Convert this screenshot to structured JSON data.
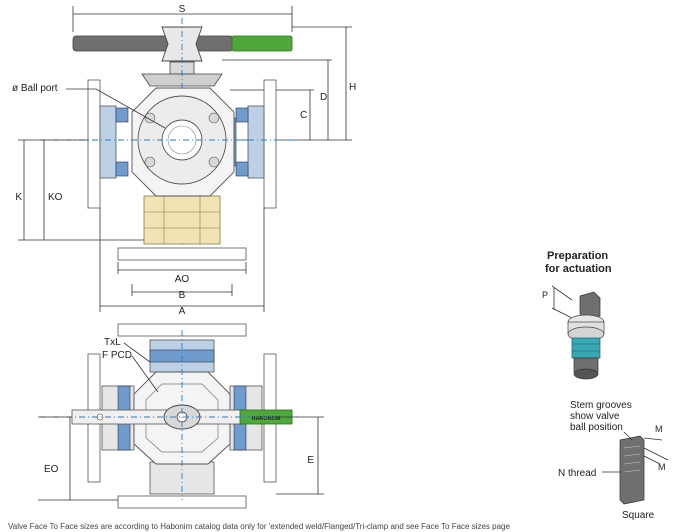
{
  "labels": {
    "S": "S",
    "H": "H",
    "D": "D",
    "C": "C",
    "ball_port": "ø Ball port",
    "K": "K",
    "KO": "KO",
    "AO": "AO",
    "B": "B",
    "A": "A",
    "TxL": "TxL",
    "F_PCD": "F PCD",
    "EO": "EO",
    "E": "E",
    "brand": "HARONOM",
    "prep_line1": "Preparation",
    "prep_line2": "for actuation",
    "P": "P",
    "stem_line1": "Stem grooves",
    "stem_line2": "show valve",
    "stem_line3": "ball position",
    "M1": "M",
    "M2": "M",
    "n_thread": "N thread",
    "square": "Square"
  },
  "footnote": "Valve Face To Face sizes are according to Habonim catalog data only for 'extended weld/Flanged/Tri-clamp and see Face To Face sizes page",
  "colors": {
    "flange_blue": "#bcd0e6",
    "bolt_blue": "#6f9ccc",
    "cream": "#f1e3b4",
    "steel": "#e6e6e6",
    "handle_grey": "#6f6f6f",
    "handle_green": "#4fa83a",
    "centerline": "#1f7fd0",
    "stem_teal": "#3aa7b4"
  }
}
